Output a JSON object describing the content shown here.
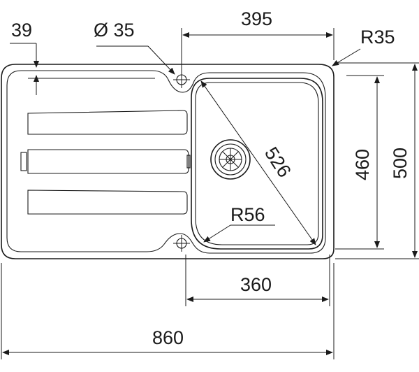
{
  "dimensions": {
    "drainer_offset": "39",
    "tap_hole_diameter": "Ø 35",
    "bowl_width_top": "395",
    "corner_radius_outer": "R35",
    "bowl_diagonal": "526",
    "bowl_depth": "460",
    "overall_depth": "500",
    "bowl_corner_radius": "R56",
    "bowl_width_bottom": "360",
    "overall_width": "860"
  },
  "colors": {
    "line": "#1a1a1a",
    "background": "#ffffff"
  }
}
